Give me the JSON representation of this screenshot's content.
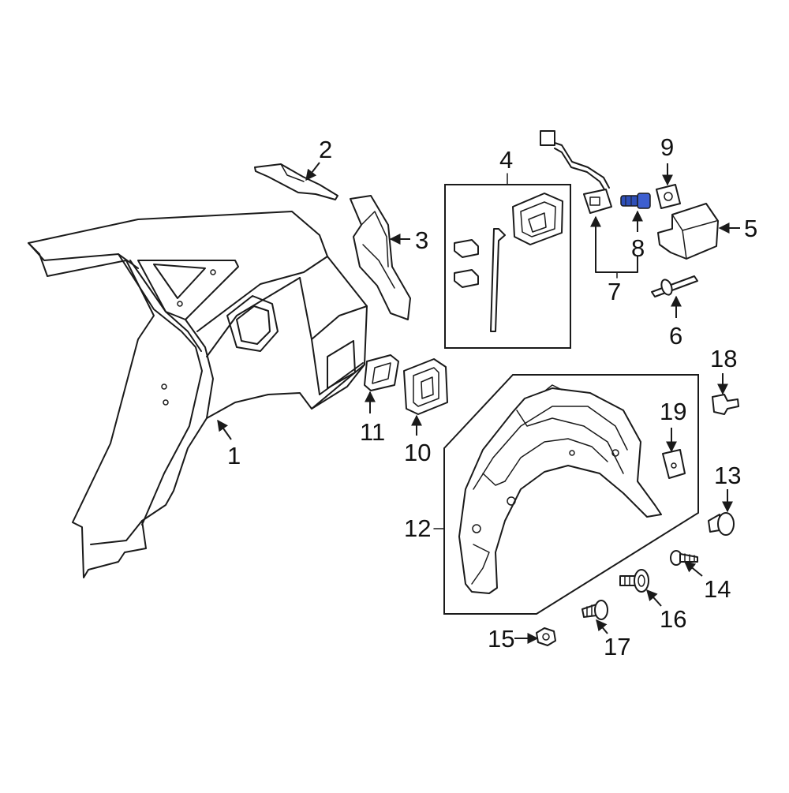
{
  "diagram": {
    "accent_color": "#2e4fb8",
    "highlighted_part": "8",
    "callouts": [
      "1",
      "2",
      "3",
      "4",
      "5",
      "6",
      "7",
      "8",
      "9",
      "10",
      "11",
      "12",
      "13",
      "14",
      "15",
      "16",
      "17",
      "18",
      "19"
    ]
  }
}
